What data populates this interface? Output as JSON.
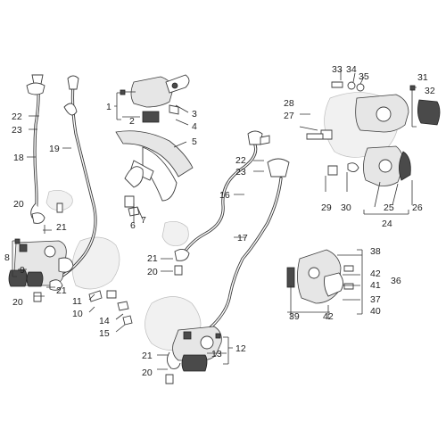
{
  "diagram": {
    "callouts": [
      {
        "id": "c1",
        "text": "1"
      },
      {
        "id": "c2",
        "text": "2"
      },
      {
        "id": "c3",
        "text": "3"
      },
      {
        "id": "c4",
        "text": "4"
      },
      {
        "id": "c5",
        "text": "5"
      },
      {
        "id": "c6",
        "text": "6"
      },
      {
        "id": "c7",
        "text": "7"
      },
      {
        "id": "c8",
        "text": "8"
      },
      {
        "id": "c9",
        "text": "9"
      },
      {
        "id": "c10",
        "text": "10"
      },
      {
        "id": "c11",
        "text": "11"
      },
      {
        "id": "c12",
        "text": "12"
      },
      {
        "id": "c13",
        "text": "13"
      },
      {
        "id": "c14",
        "text": "14"
      },
      {
        "id": "c15",
        "text": "15"
      },
      {
        "id": "c16",
        "text": "16"
      },
      {
        "id": "c17",
        "text": "17"
      },
      {
        "id": "c18",
        "text": "18"
      },
      {
        "id": "c19",
        "text": "19"
      },
      {
        "id": "c20a",
        "text": "20"
      },
      {
        "id": "c20b",
        "text": "20"
      },
      {
        "id": "c20c",
        "text": "20"
      },
      {
        "id": "c20d",
        "text": "20"
      },
      {
        "id": "c21a",
        "text": "21"
      },
      {
        "id": "c21b",
        "text": "21"
      },
      {
        "id": "c21c",
        "text": "21"
      },
      {
        "id": "c21d",
        "text": "21"
      },
      {
        "id": "c22a",
        "text": "22"
      },
      {
        "id": "c22b",
        "text": "22"
      },
      {
        "id": "c23a",
        "text": "23"
      },
      {
        "id": "c23b",
        "text": "23"
      },
      {
        "id": "c24",
        "text": "24"
      },
      {
        "id": "c25",
        "text": "25"
      },
      {
        "id": "c26",
        "text": "26"
      },
      {
        "id": "c27",
        "text": "27"
      },
      {
        "id": "c28",
        "text": "28"
      },
      {
        "id": "c29",
        "text": "29"
      },
      {
        "id": "c30",
        "text": "30"
      },
      {
        "id": "c31",
        "text": "31"
      },
      {
        "id": "c32",
        "text": "32"
      },
      {
        "id": "c33",
        "text": "33"
      },
      {
        "id": "c34",
        "text": "34"
      },
      {
        "id": "c35",
        "text": "35"
      },
      {
        "id": "c36",
        "text": "36"
      },
      {
        "id": "c37",
        "text": "37"
      },
      {
        "id": "c38",
        "text": "38"
      },
      {
        "id": "c39",
        "text": "39"
      },
      {
        "id": "c40",
        "text": "40"
      },
      {
        "id": "c41",
        "text": "41"
      },
      {
        "id": "c42a",
        "text": "42"
      },
      {
        "id": "c42b",
        "text": "42"
      }
    ]
  }
}
